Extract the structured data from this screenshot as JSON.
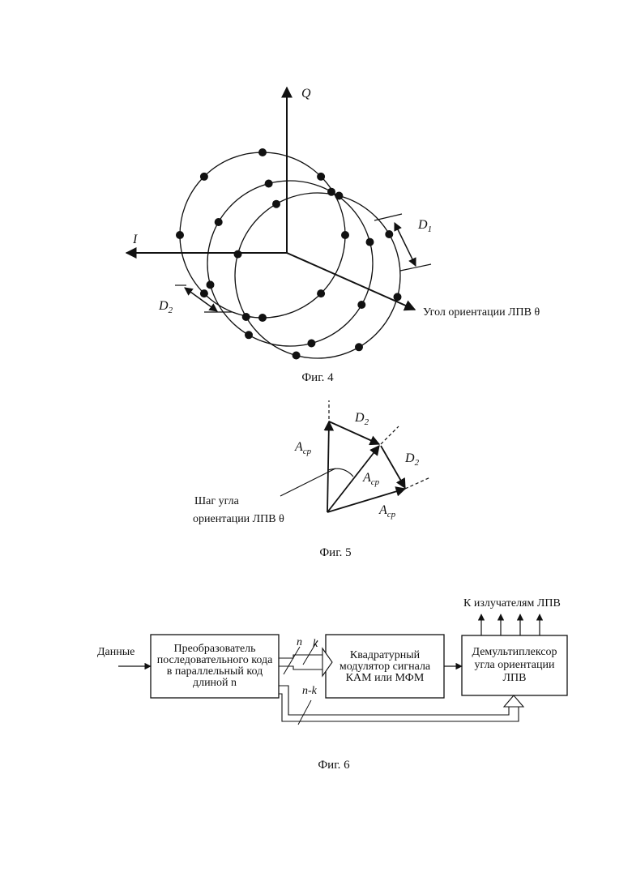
{
  "fig4": {
    "caption": "Фиг. 4",
    "axis_q": "Q",
    "axis_i": "I",
    "axis_theta": "Угол ориентации ЛПВ θ",
    "d1": "D",
    "d1_sub": "1",
    "d2": "D",
    "d2_sub": "2"
  },
  "fig5": {
    "caption": "Фиг. 5",
    "d2_top": "D",
    "d2_top_sub": "2",
    "d2_right": "D",
    "d2_right_sub": "2",
    "a_left": "A",
    "a_left_sub": "ср",
    "a_mid": "A",
    "a_mid_sub": "ср",
    "a_bottom": "A",
    "a_bottom_sub": "ср",
    "step_line1": "Шаг угла",
    "step_line2": "ориентации ЛПВ θ"
  },
  "fig6": {
    "caption": "Фиг. 6",
    "input_label": "Данные",
    "block1": [
      "Преобразователь",
      "последовательного кода",
      "в параллельный код",
      "длиной n"
    ],
    "block2": [
      "Квадратурный",
      "модулятор сигнала",
      "КАМ или МФМ"
    ],
    "block3": [
      "Демультиплексор",
      "угла ориентации",
      "ЛПВ"
    ],
    "output_label": "К излучателям ЛПВ",
    "bus_n": "n",
    "bus_k": "k",
    "bus_nk": "n-k"
  }
}
